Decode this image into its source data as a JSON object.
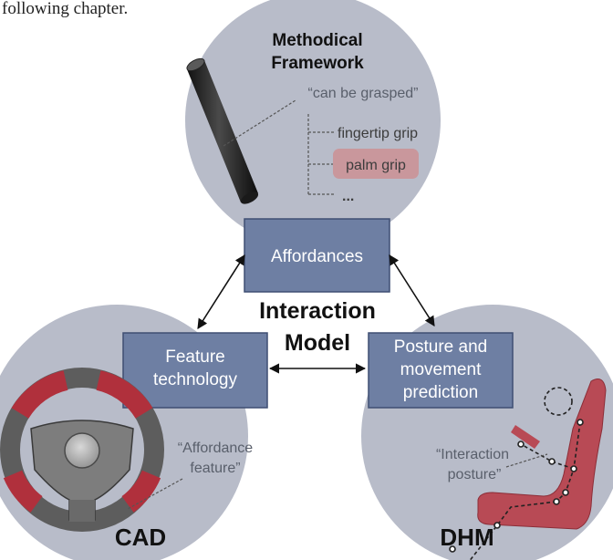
{
  "top_text": "following chapter.",
  "center_title": [
    "Interaction",
    "Model"
  ],
  "framework": {
    "title": [
      "Methodical",
      "Framework"
    ],
    "quote": "“can be grasped”",
    "items": [
      "fingertip  grip",
      "palm grip",
      "..."
    ]
  },
  "boxes": {
    "affordances": "Affordances",
    "feature_technology": [
      "Feature",
      "technology"
    ],
    "posture": [
      "Posture and",
      "movement",
      "prediction"
    ]
  },
  "cad": {
    "label": "CAD",
    "quote": [
      "“Affordance",
      "feature”"
    ]
  },
  "dhm": {
    "label": "DHM",
    "quote": [
      "“Interaction",
      "posture”"
    ]
  },
  "colors": {
    "circle": "#b8bcc9",
    "box": "#6e7fa3",
    "highlight": "#c9979c",
    "seat": "#b84a55"
  }
}
